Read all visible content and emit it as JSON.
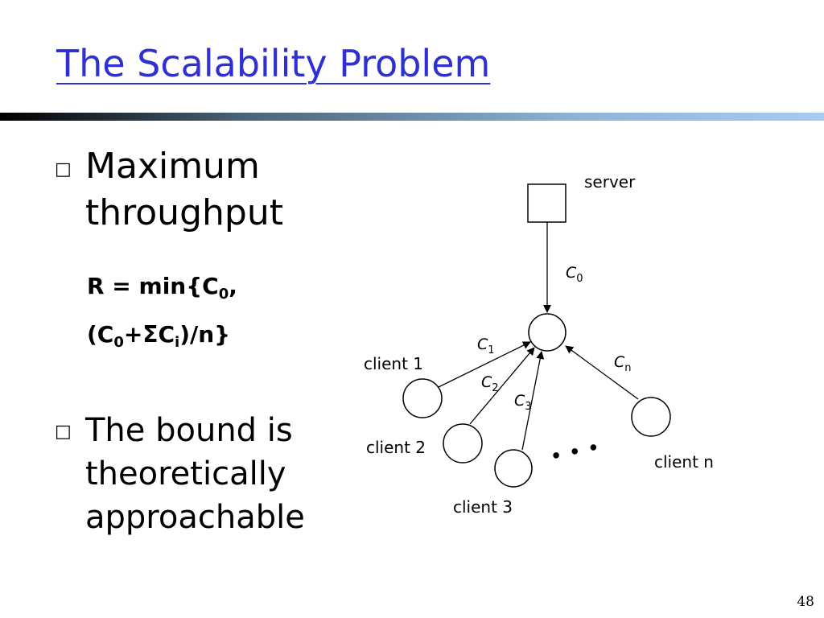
{
  "slide": {
    "title": "The Scalability Problem",
    "page_number": "48",
    "bullets": [
      {
        "marker": "□",
        "text_lines": [
          "Maximum",
          "throughput"
        ]
      },
      {
        "marker": "□",
        "text_lines": [
          "The bound is",
          "theoretically",
          "approachable"
        ]
      }
    ],
    "formula": {
      "line1": {
        "prefix": "R = min{C",
        "sub": "0",
        "suffix": ","
      },
      "line2": {
        "open": "(C",
        "sub1": "0",
        "plus_sigma": "+ΣC",
        "sub2": "i",
        "close": ")/n}"
      }
    }
  },
  "diagram": {
    "server_label": "server",
    "client_labels": [
      "client 1",
      "client 2",
      "client 3",
      "client n"
    ],
    "capacity_labels": [
      {
        "base": "C",
        "sub": "0"
      },
      {
        "base": "C",
        "sub": "1"
      },
      {
        "base": "C",
        "sub": "2"
      },
      {
        "base": "C",
        "sub": "3"
      },
      {
        "base": "C",
        "sub": "n"
      }
    ],
    "ellipsis": "• • •"
  }
}
